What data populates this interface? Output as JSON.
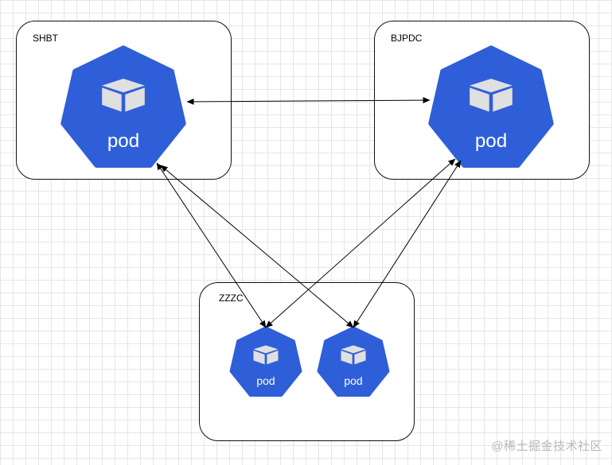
{
  "clusters": [
    {
      "id": "shbt",
      "label": "SHBT"
    },
    {
      "id": "bjpdc",
      "label": "BJPDC"
    },
    {
      "id": "zzzc",
      "label": "ZZZC"
    }
  ],
  "pods": [
    {
      "id": "pod-shbt",
      "label": "pod"
    },
    {
      "id": "pod-bjpdc",
      "label": "pod"
    },
    {
      "id": "pod-zzzc-1",
      "label": "pod"
    },
    {
      "id": "pod-zzzc-2",
      "label": "pod"
    }
  ],
  "connections": [
    {
      "from": "pod-shbt",
      "to": "pod-bjpdc",
      "direction": "both"
    },
    {
      "from": "pod-shbt",
      "to": "pod-zzzc-1",
      "direction": "both"
    },
    {
      "from": "pod-shbt",
      "to": "pod-zzzc-2",
      "direction": "both"
    },
    {
      "from": "pod-bjpdc",
      "to": "pod-zzzc-1",
      "direction": "both"
    },
    {
      "from": "pod-bjpdc",
      "to": "pod-zzzc-2",
      "direction": "both"
    }
  ],
  "colors": {
    "pod_fill": "#2f5fd8",
    "cube_face": "#e0e0e0"
  },
  "watermark": "@稀土掘金技术社区"
}
